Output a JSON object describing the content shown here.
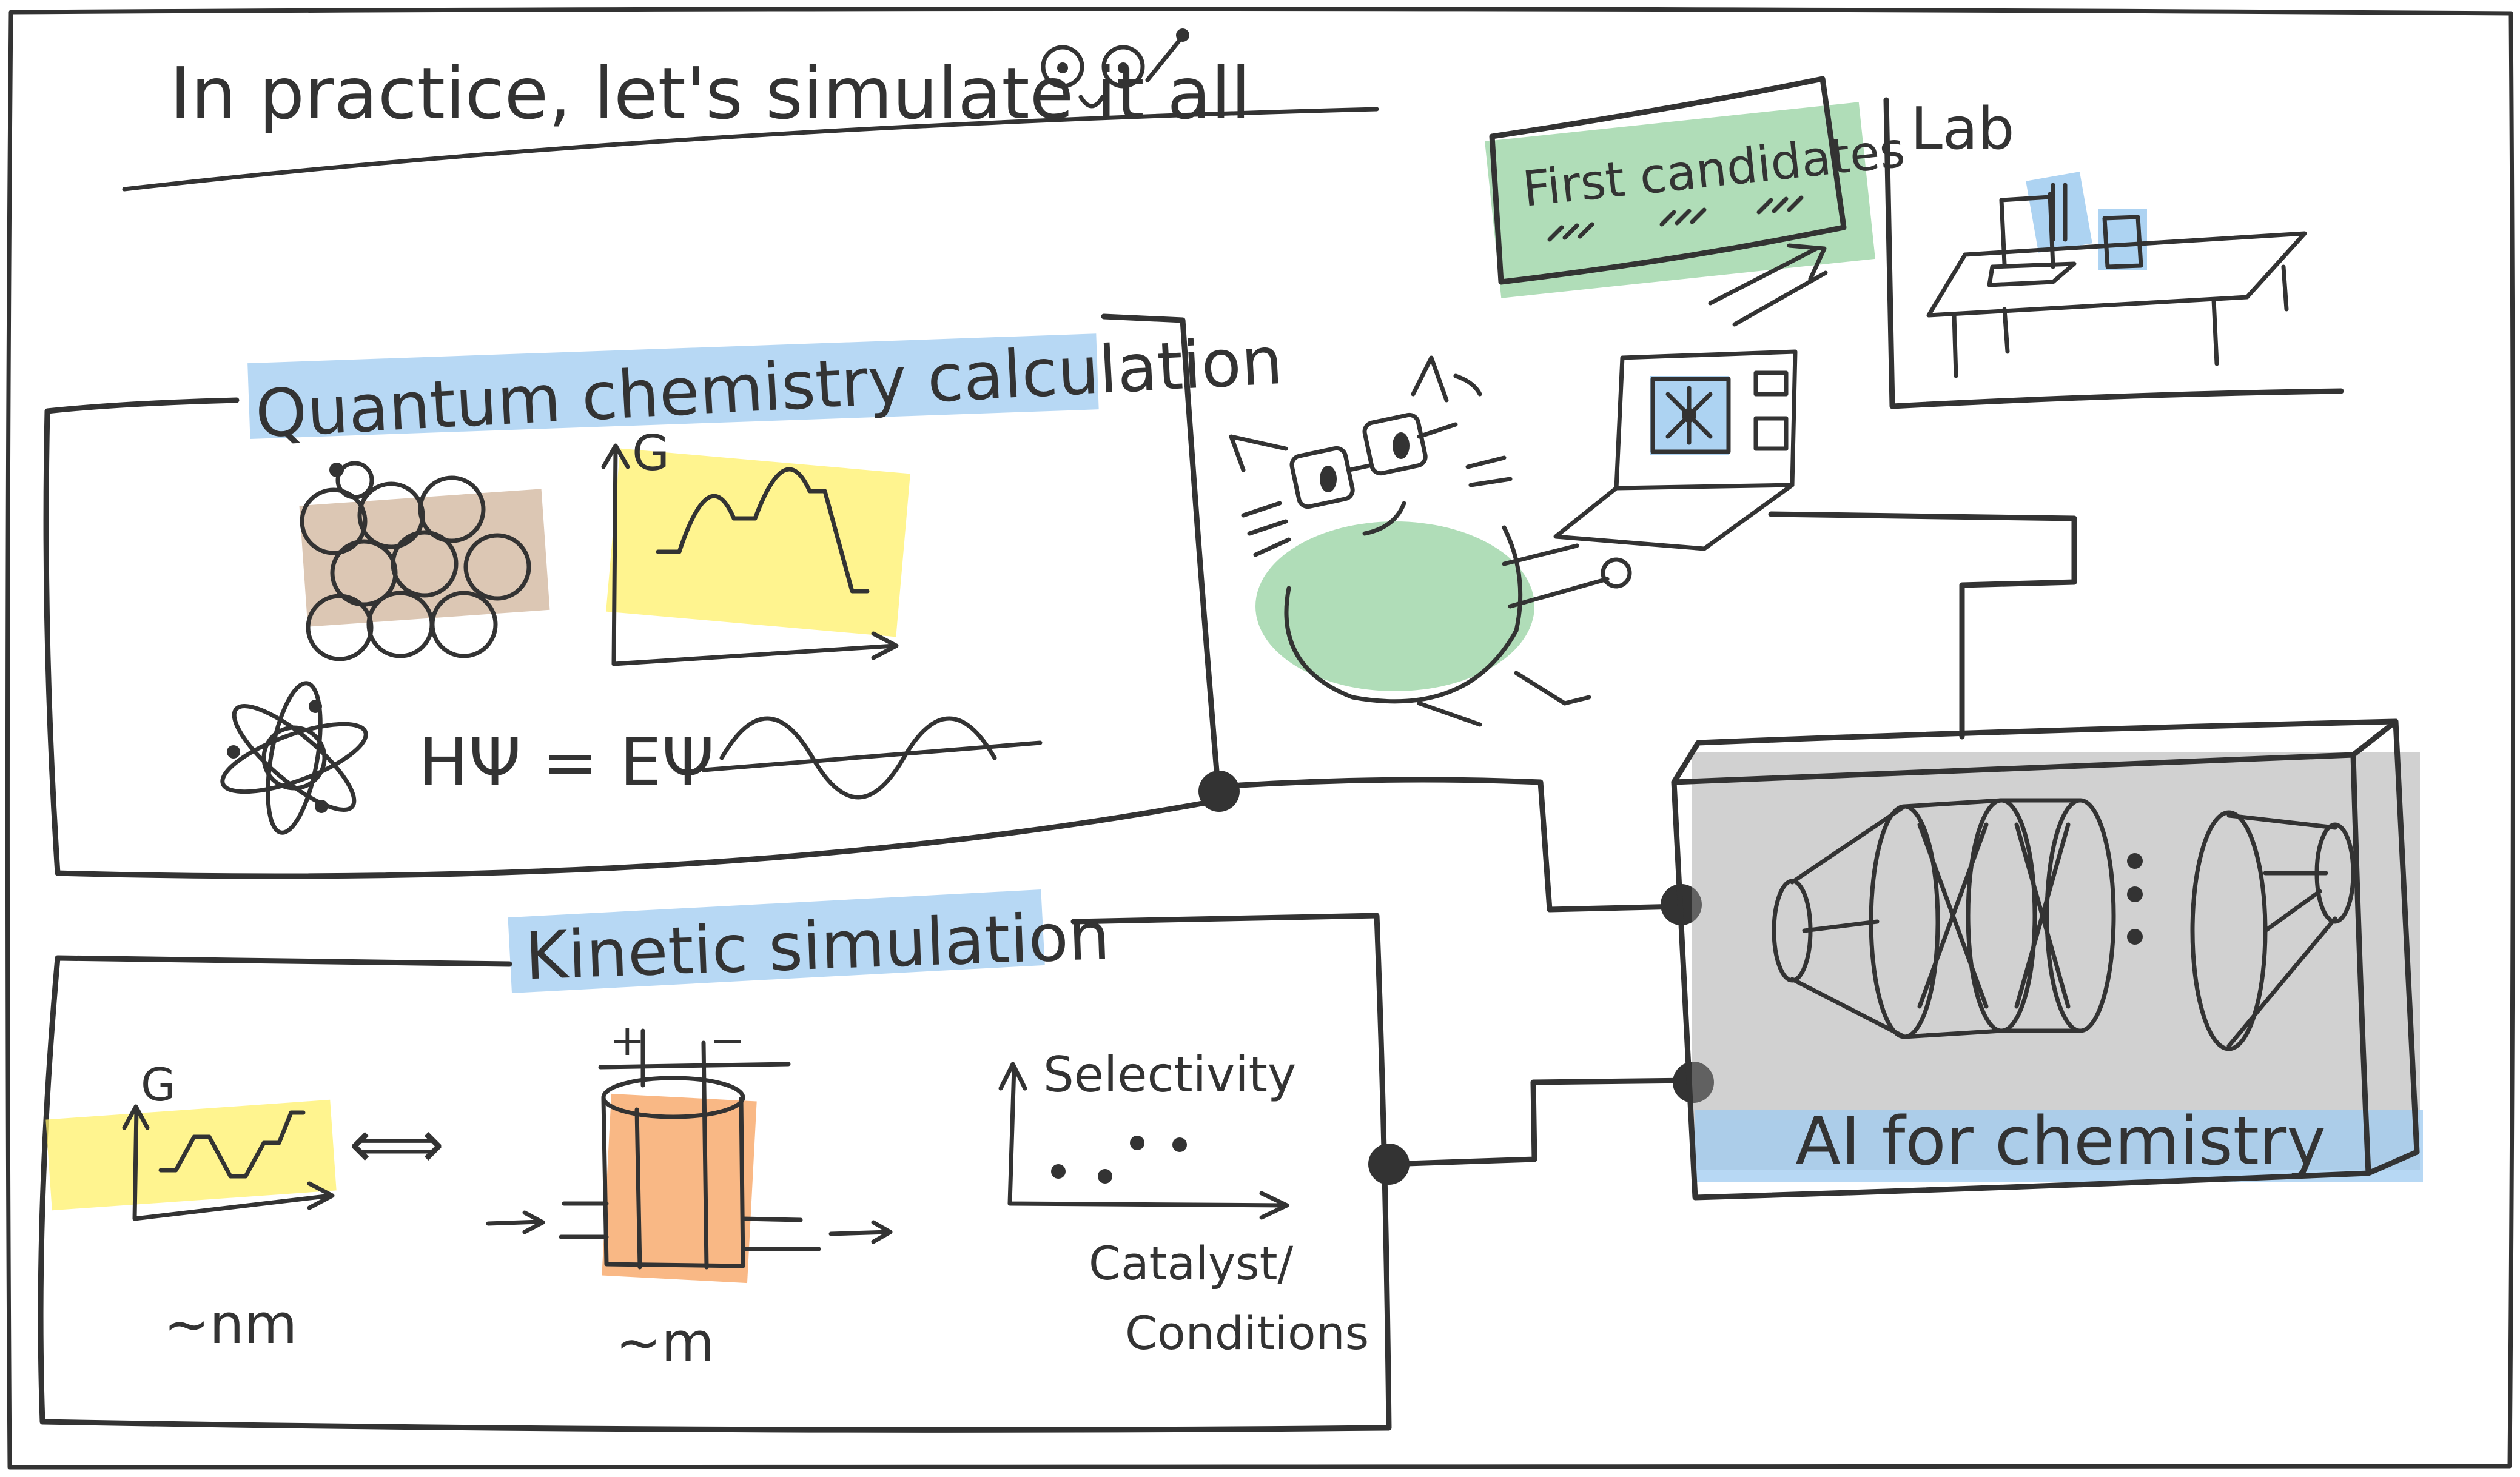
{
  "header": {
    "title": "In practice, let's simulate it all"
  },
  "quantum_panel": {
    "title": "Quantum chemistry calculation",
    "axis_label_g": "G",
    "equation": "HΨ = EΨ"
  },
  "kinetic_panel": {
    "title": "Kinetic simulation",
    "axis_label_g": "G",
    "double_arrow": "⟺",
    "plus": "+",
    "minus": "−",
    "scale_nm": "~nm",
    "scale_m": "~m",
    "selectivity_label": "Selectivity",
    "x_label_line1": "Catalyst/",
    "x_label_line2": "Conditions"
  },
  "candidates": {
    "label": "First candidates"
  },
  "lab": {
    "label": "Lab"
  },
  "ai": {
    "label": "AI for chemistry"
  },
  "colors": {
    "ink": "#333333",
    "blue_highlight": "#9fcbf0",
    "yellow_highlight": "#fff06a",
    "brown_catalyst": "#c9a98c",
    "green_highlight": "#8fcf9a",
    "orange_reactor": "#f7a05c",
    "gray_shade": "#9a9a9a"
  }
}
